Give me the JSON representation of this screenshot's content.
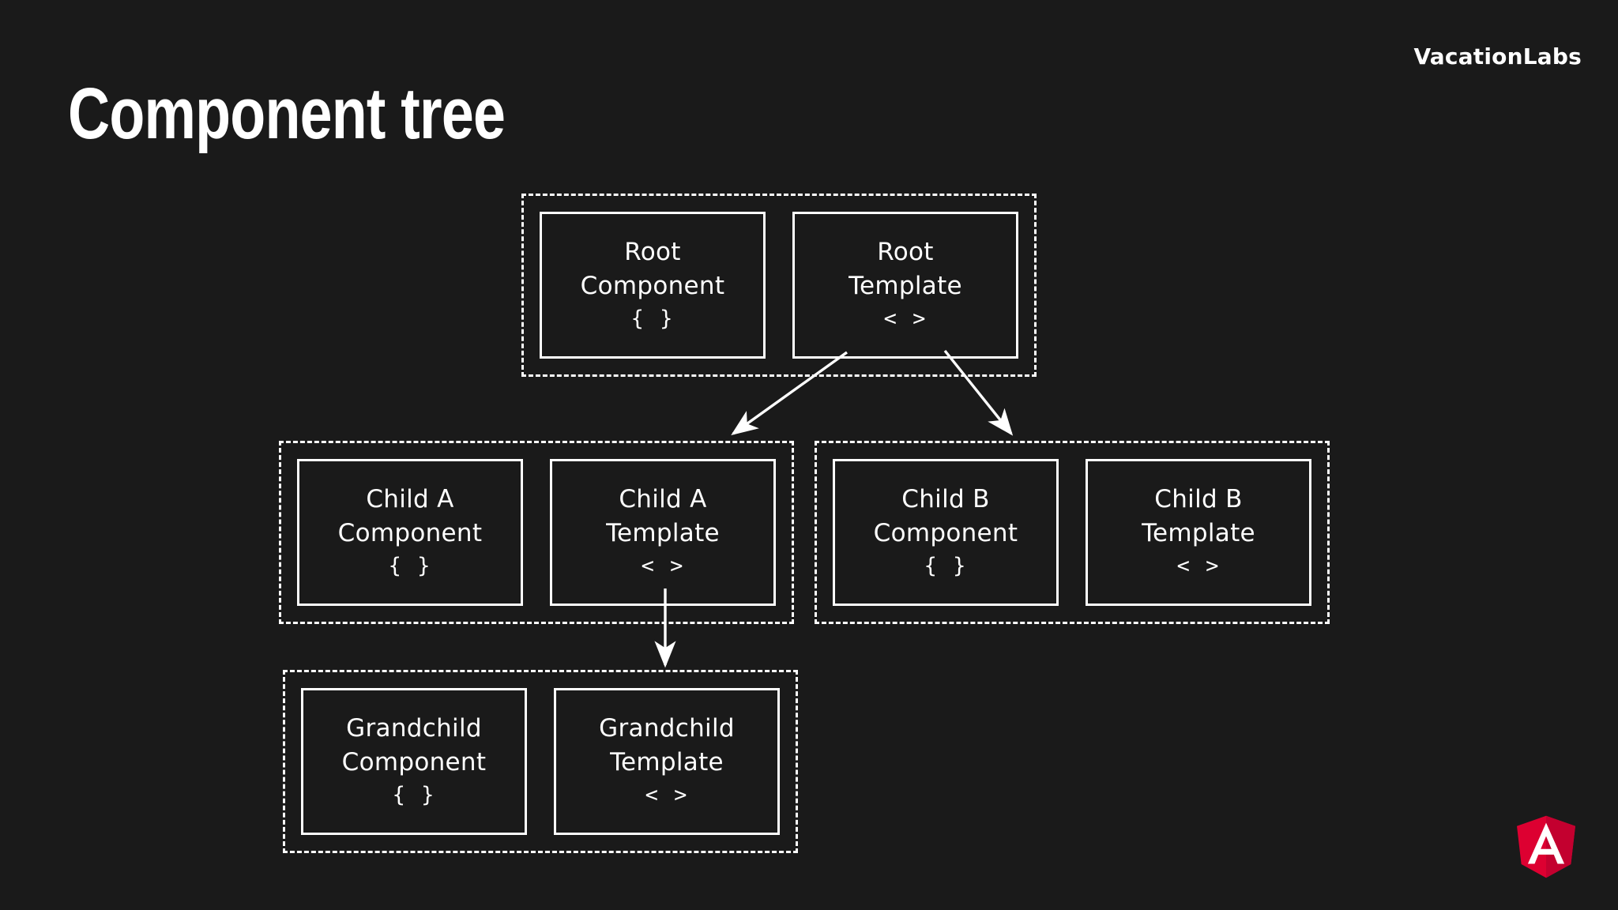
{
  "slide": {
    "background_color": "#1a1a1a",
    "text_color": "#ffffff",
    "title": "Component tree",
    "brand": "VacationLabs"
  },
  "diagram": {
    "type": "component-tree",
    "groups": [
      {
        "id": "root",
        "name": "Root",
        "boxes": [
          {
            "role": "component",
            "line1": "Root",
            "line2": "Component",
            "symbol": "{ }"
          },
          {
            "role": "template",
            "line1": "Root",
            "line2": "Template",
            "symbol": "< >"
          }
        ]
      },
      {
        "id": "child-a",
        "name": "Child A",
        "boxes": [
          {
            "role": "component",
            "line1": "Child A",
            "line2": "Component",
            "symbol": "{ }"
          },
          {
            "role": "template",
            "line1": "Child A",
            "line2": "Template",
            "symbol": "< >"
          }
        ]
      },
      {
        "id": "child-b",
        "name": "Child B",
        "boxes": [
          {
            "role": "component",
            "line1": "Child B",
            "line2": "Component",
            "symbol": "{ }"
          },
          {
            "role": "template",
            "line1": "Child B",
            "line2": "Template",
            "symbol": "< >"
          }
        ]
      },
      {
        "id": "grandchild",
        "name": "Grandchild",
        "boxes": [
          {
            "role": "component",
            "line1": "Grandchild",
            "line2": "Component",
            "symbol": "{ }"
          },
          {
            "role": "template",
            "line1": "Grandchild",
            "line2": "Template",
            "symbol": "< >"
          }
        ]
      }
    ],
    "edges": [
      {
        "from": "root-template",
        "to": "child-a-group",
        "style": "arrow-diagonal-left"
      },
      {
        "from": "root-template",
        "to": "child-b-group",
        "style": "arrow-diagonal-right"
      },
      {
        "from": "child-a-template",
        "to": "grandchild-group",
        "style": "arrow-vertical"
      }
    ]
  },
  "logo": {
    "name": "angular-logo",
    "shield_color": "#dd0031",
    "shield_dark_color": "#c3002f",
    "letter": "A",
    "letter_color": "#ffffff"
  }
}
